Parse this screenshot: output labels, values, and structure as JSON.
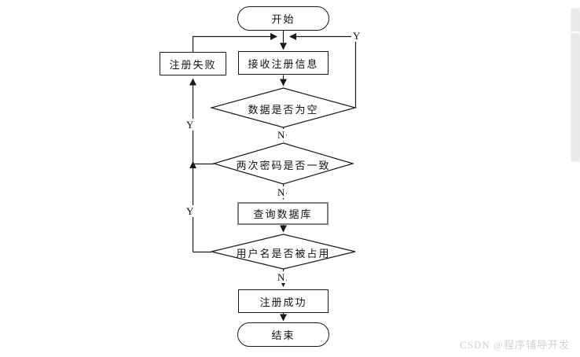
{
  "diagram": {
    "nodes": {
      "start": {
        "label": "开始",
        "type": "terminator"
      },
      "receive": {
        "label": "接收注册信息",
        "type": "process"
      },
      "fail": {
        "label": "注册失败",
        "type": "process"
      },
      "check_empty": {
        "label": "数据是否为空",
        "type": "decision"
      },
      "check_password": {
        "label": "两次密码是否一致",
        "type": "decision"
      },
      "query_db": {
        "label": "查询数据库",
        "type": "process"
      },
      "check_username": {
        "label": "用户名是否被占用",
        "type": "decision"
      },
      "success": {
        "label": "注册成功",
        "type": "process"
      },
      "end": {
        "label": "结束",
        "type": "terminator"
      }
    },
    "edge_labels": {
      "empty_yes": "Y",
      "empty_no": "N",
      "password_yes": "Y",
      "password_no": "N",
      "username_yes": "Y",
      "username_no": "N"
    },
    "colors": {
      "line": "#1a1a1a",
      "query_box_border": "#7f7f7f",
      "background": "#ffffff",
      "watermark": "#d2d2d0",
      "scrollbar_track": "#e9e9e9"
    }
  },
  "watermark": {
    "text": "CSDN @程序辅导开发"
  }
}
